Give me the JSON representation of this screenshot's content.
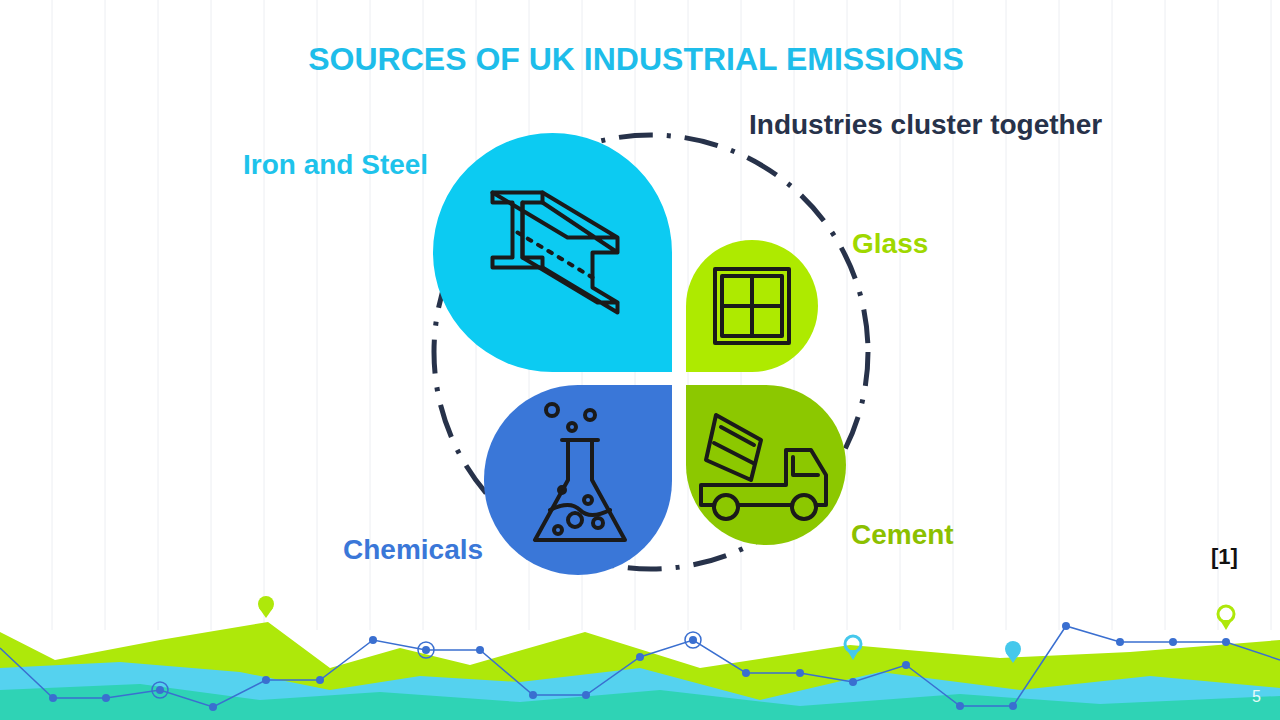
{
  "diagram": {
    "title": "SOURCES OF UK INDUSTRIAL EMISSIONS",
    "nodes": [
      {
        "text": [
          "Iron and Steel"
        ]
      },
      {
        "text": [
          "Glass"
        ]
      },
      {
        "text": [
          "Chemicals"
        ]
      },
      {
        "text": [
          "Cement"
        ]
      }
    ],
    "labels": [
      "Industries cluster together",
      "[1]",
      "5"
    ]
  }
}
